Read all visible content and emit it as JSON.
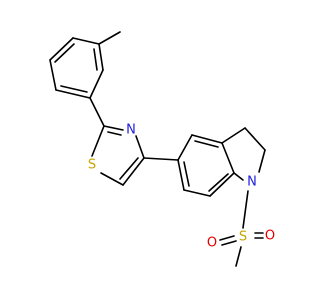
{
  "atoms": {
    "thiazole_s": {
      "symbol": "S",
      "color": "#c8a400"
    },
    "thiazole_n": {
      "symbol": "N",
      "color": "#2020e0"
    },
    "indoline_n": {
      "symbol": "N",
      "color": "#2020e0"
    },
    "sulfonyl_s": {
      "symbol": "S",
      "color": "#c8a400"
    },
    "sulfonyl_o_left": {
      "symbol": "O",
      "color": "#e00000"
    },
    "sulfonyl_o_right": {
      "symbol": "O",
      "color": "#e00000"
    }
  },
  "colors": {
    "bond": "#000000",
    "background": "#ffffff"
  }
}
